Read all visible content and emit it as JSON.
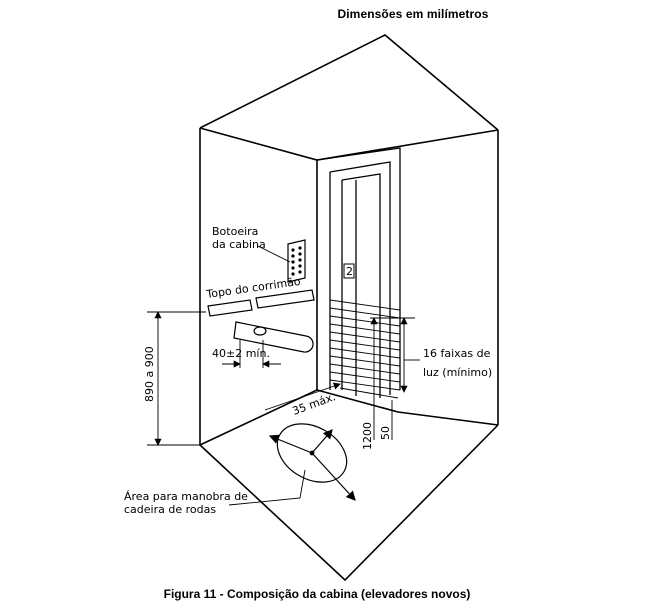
{
  "header": {
    "units_note": "Dimensões em milímetros"
  },
  "figure": {
    "caption": "Figura 11 - Composição da cabina (elevadores novos)",
    "labels": {
      "control_panel_line1": "Botoeira",
      "control_panel_line2": "da cabina",
      "handrail_top": "Topo do corrimão",
      "handrail_gap": "40±2 mín.",
      "handrail_height": "890 a 900",
      "light_bands_line1": "16 faixas de",
      "light_bands_line2": "luz (mínimo)",
      "max_gap": "35 máx.",
      "sensor_height": "1200",
      "sensor_low": "50",
      "floor_number": "2",
      "wheelchair_line1": "Área para manobra de",
      "wheelchair_line2": "cadeira de rodas"
    }
  }
}
